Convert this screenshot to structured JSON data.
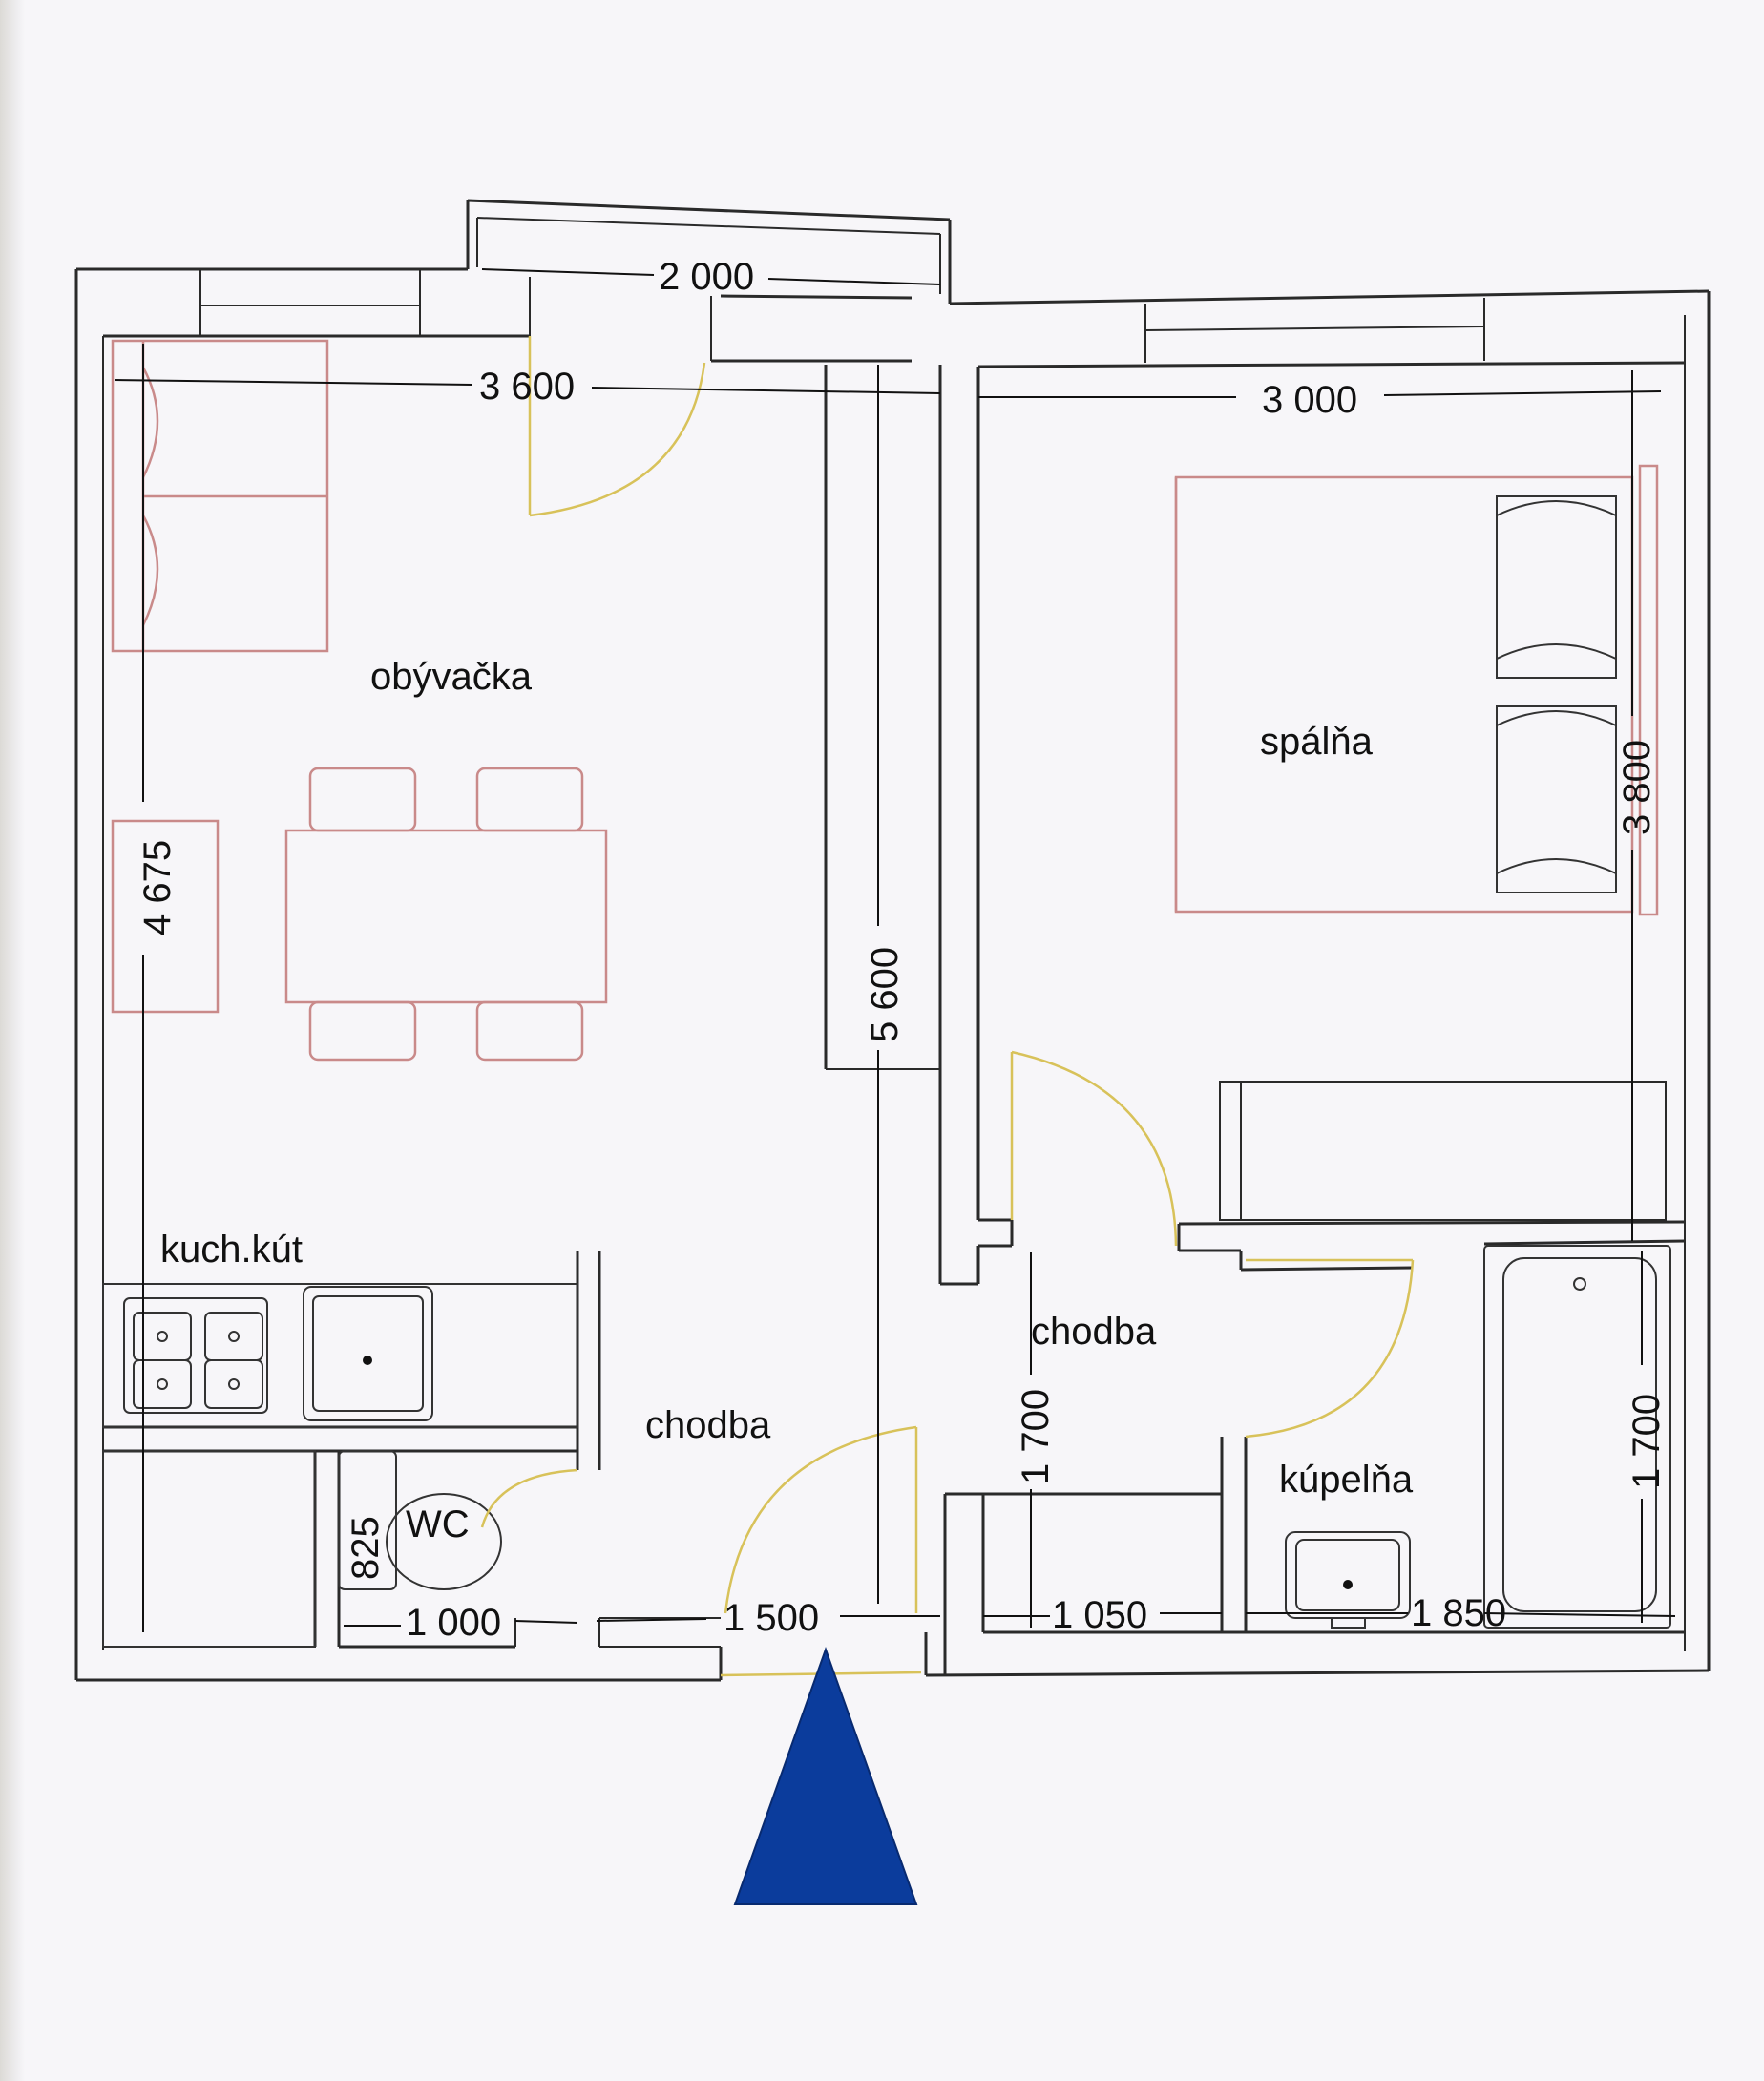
{
  "rooms": {
    "living": "obývačka",
    "bedroom": "spálňa",
    "kitchen": "kuch.kút",
    "hall_left": "chodba",
    "hall_right": "chodba",
    "bathroom": "kúpelňa",
    "wc": "WC"
  },
  "dimensions": {
    "balcony_width": "2 000",
    "living_width": "3 600",
    "bedroom_width": "3 000",
    "living_depth": "4 675",
    "wall_5600": "5 600",
    "bedroom_depth": "3 800",
    "hall_1700": "1 700",
    "bath_1700": "1 700",
    "wc_825": "825",
    "wc_1000": "1 000",
    "entry_1500": "1 500",
    "hall_1050": "1 050",
    "bath_1850": "1 850"
  },
  "colors": {
    "wall": "#2a2a2a",
    "furniture": "#c98a8a",
    "door_swing": "#d8c25a",
    "entrance_arrow": "#0b3c9c"
  },
  "icons": {
    "entrance": "entrance-arrow-icon"
  }
}
